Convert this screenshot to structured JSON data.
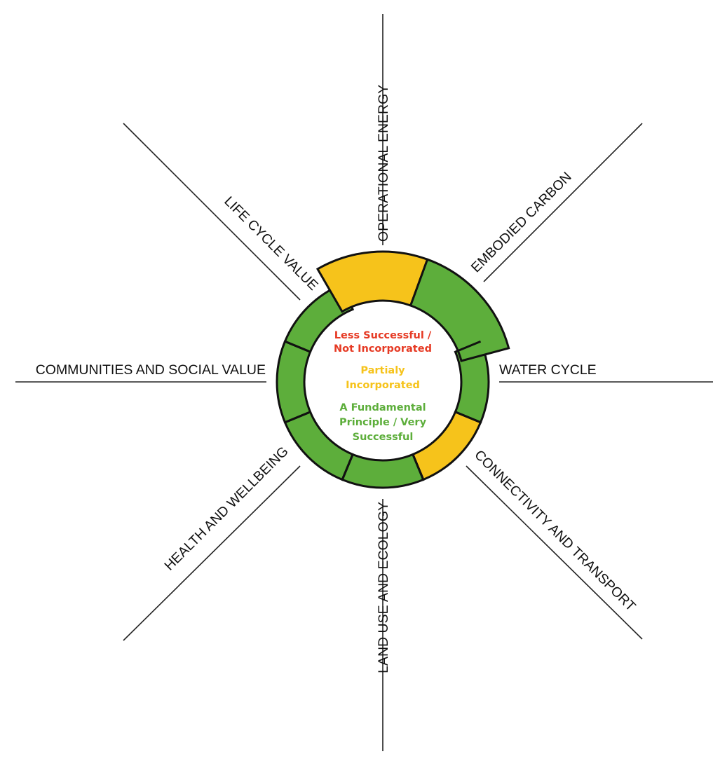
{
  "colors": {
    "green": "#5DAE3B",
    "yellow": "#F6C31B",
    "red": "#E63A24",
    "line": "#222222"
  },
  "categories": [
    {
      "key": "operational_energy",
      "label": "OPERATIONAL ENERGY",
      "rating": "partial",
      "emphasized": true
    },
    {
      "key": "embodied_carbon",
      "label": "EMBODIED CARBON",
      "rating": "fundamental",
      "emphasized": true
    },
    {
      "key": "water_cycle",
      "label": "WATER CYCLE",
      "rating": "fundamental",
      "emphasized": false
    },
    {
      "key": "connectivity_transport",
      "label": "CONNECTIVITY AND TRANSPORT",
      "rating": "partial",
      "emphasized": false
    },
    {
      "key": "land_use_ecology",
      "label": "LAND USE AND ECOLOGY",
      "rating": "fundamental",
      "emphasized": false
    },
    {
      "key": "health_wellbeing",
      "label": "HEALTH AND WELLBEING",
      "rating": "fundamental",
      "emphasized": false
    },
    {
      "key": "communities_social_value",
      "label": "COMMUNITIES AND SOCIAL VALUE",
      "rating": "fundamental",
      "emphasized": false
    },
    {
      "key": "life_cycle_value",
      "label": "LIFE CYCLE VALUE",
      "rating": "fundamental",
      "emphasized": false
    }
  ],
  "legend": {
    "less_successful": {
      "lines": [
        "Less Successful /",
        "Not Incorporated"
      ],
      "color": "#E63A24"
    },
    "partially": {
      "lines": [
        "Partialy",
        "Incorporated"
      ],
      "color": "#F6C31B"
    },
    "fundamental": {
      "lines": [
        "A Fundamental",
        "Principle / Very",
        "Successful"
      ],
      "color": "#5DAE3B"
    }
  }
}
